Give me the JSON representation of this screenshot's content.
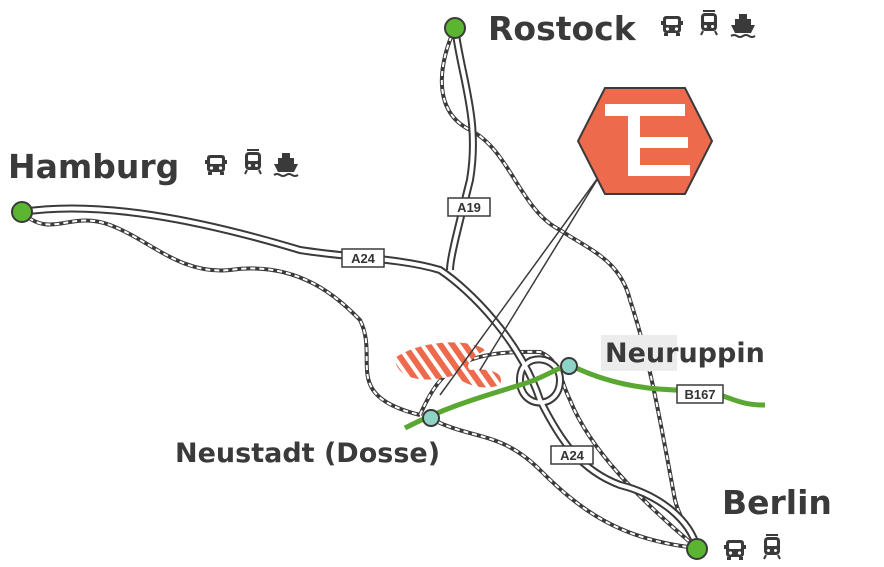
{
  "cities": {
    "rostock": "Rostock",
    "hamburg": "Hamburg",
    "neuruppin": "Neuruppin",
    "neustadt": "Neustadt (Dosse)",
    "berlin": "Berlin"
  },
  "roads": {
    "a19": "A19",
    "a24_west": "A24",
    "a24_south": "A24",
    "b167": "B167"
  },
  "icons": {
    "rostock": [
      "truck-icon",
      "train-icon",
      "ship-icon"
    ],
    "hamburg": [
      "truck-icon",
      "train-icon",
      "ship-icon"
    ],
    "berlin": [
      "truck-icon",
      "train-icon"
    ]
  },
  "logo": {
    "letters": "TE",
    "color": "#ee6a4c"
  },
  "colors": {
    "city_marker": "#5cb531",
    "junction_marker": "#8fd3c6",
    "b_road": "#5aa832",
    "text": "#3a3a3a",
    "area_hatch": "#ee6a4c"
  }
}
